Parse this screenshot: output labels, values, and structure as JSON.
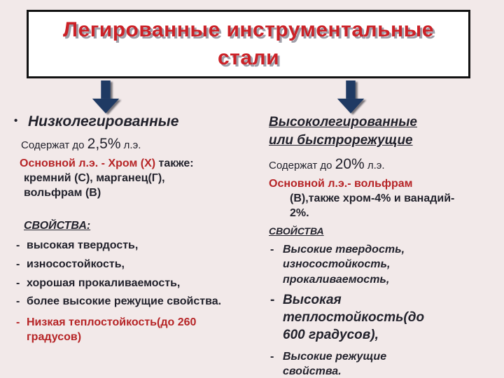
{
  "slide": {
    "title": {
      "line1": "Легированные инструментальные",
      "line2": "стали"
    },
    "colors": {
      "background": "#f2e9e9",
      "title_red": "#cc2127",
      "dark_text": "#22222c",
      "red_text": "#b62426",
      "arrow_navy": "#1f3a63"
    },
    "left": {
      "heading": "Низколегированные",
      "contains_prefix": "Содержат до ",
      "contains_value": "2,5%",
      "contains_suffix": " л.э.",
      "main_alloy_red": "Основной л.э. - Хром (Х)",
      "main_alloy_also": " также:",
      "main_alloy_rest": "кремний (С), марганец(Г), вольфрам (В)",
      "properties_heading": "СВОЙСТВА:",
      "properties": [
        "высокая твердость,",
        "износостойкость,",
        "хорошая прокаливаемость,",
        "более высокие режущие свойства."
      ],
      "property_red": "Низкая теплостойкость(до 260 градусов)"
    },
    "right": {
      "heading_line1": "Высоколегированные",
      "heading_line2": "или быстрорежущие",
      "contains_prefix": "Содержат до ",
      "contains_value": "20%",
      "contains_suffix": " л.э.",
      "main_alloy_red": "Основной л.э.- вольфрам",
      "main_alloy_rest": " (В),также  хром-4% и ванадий- 2%.",
      "properties_heading": "СВОЙСТВА",
      "properties": [
        "Высокие твердость, износостойкость, прокаливаемость,",
        "Высокая теплостойкость(до 600 градусов),",
        "Высокие режущие свойства."
      ]
    }
  }
}
